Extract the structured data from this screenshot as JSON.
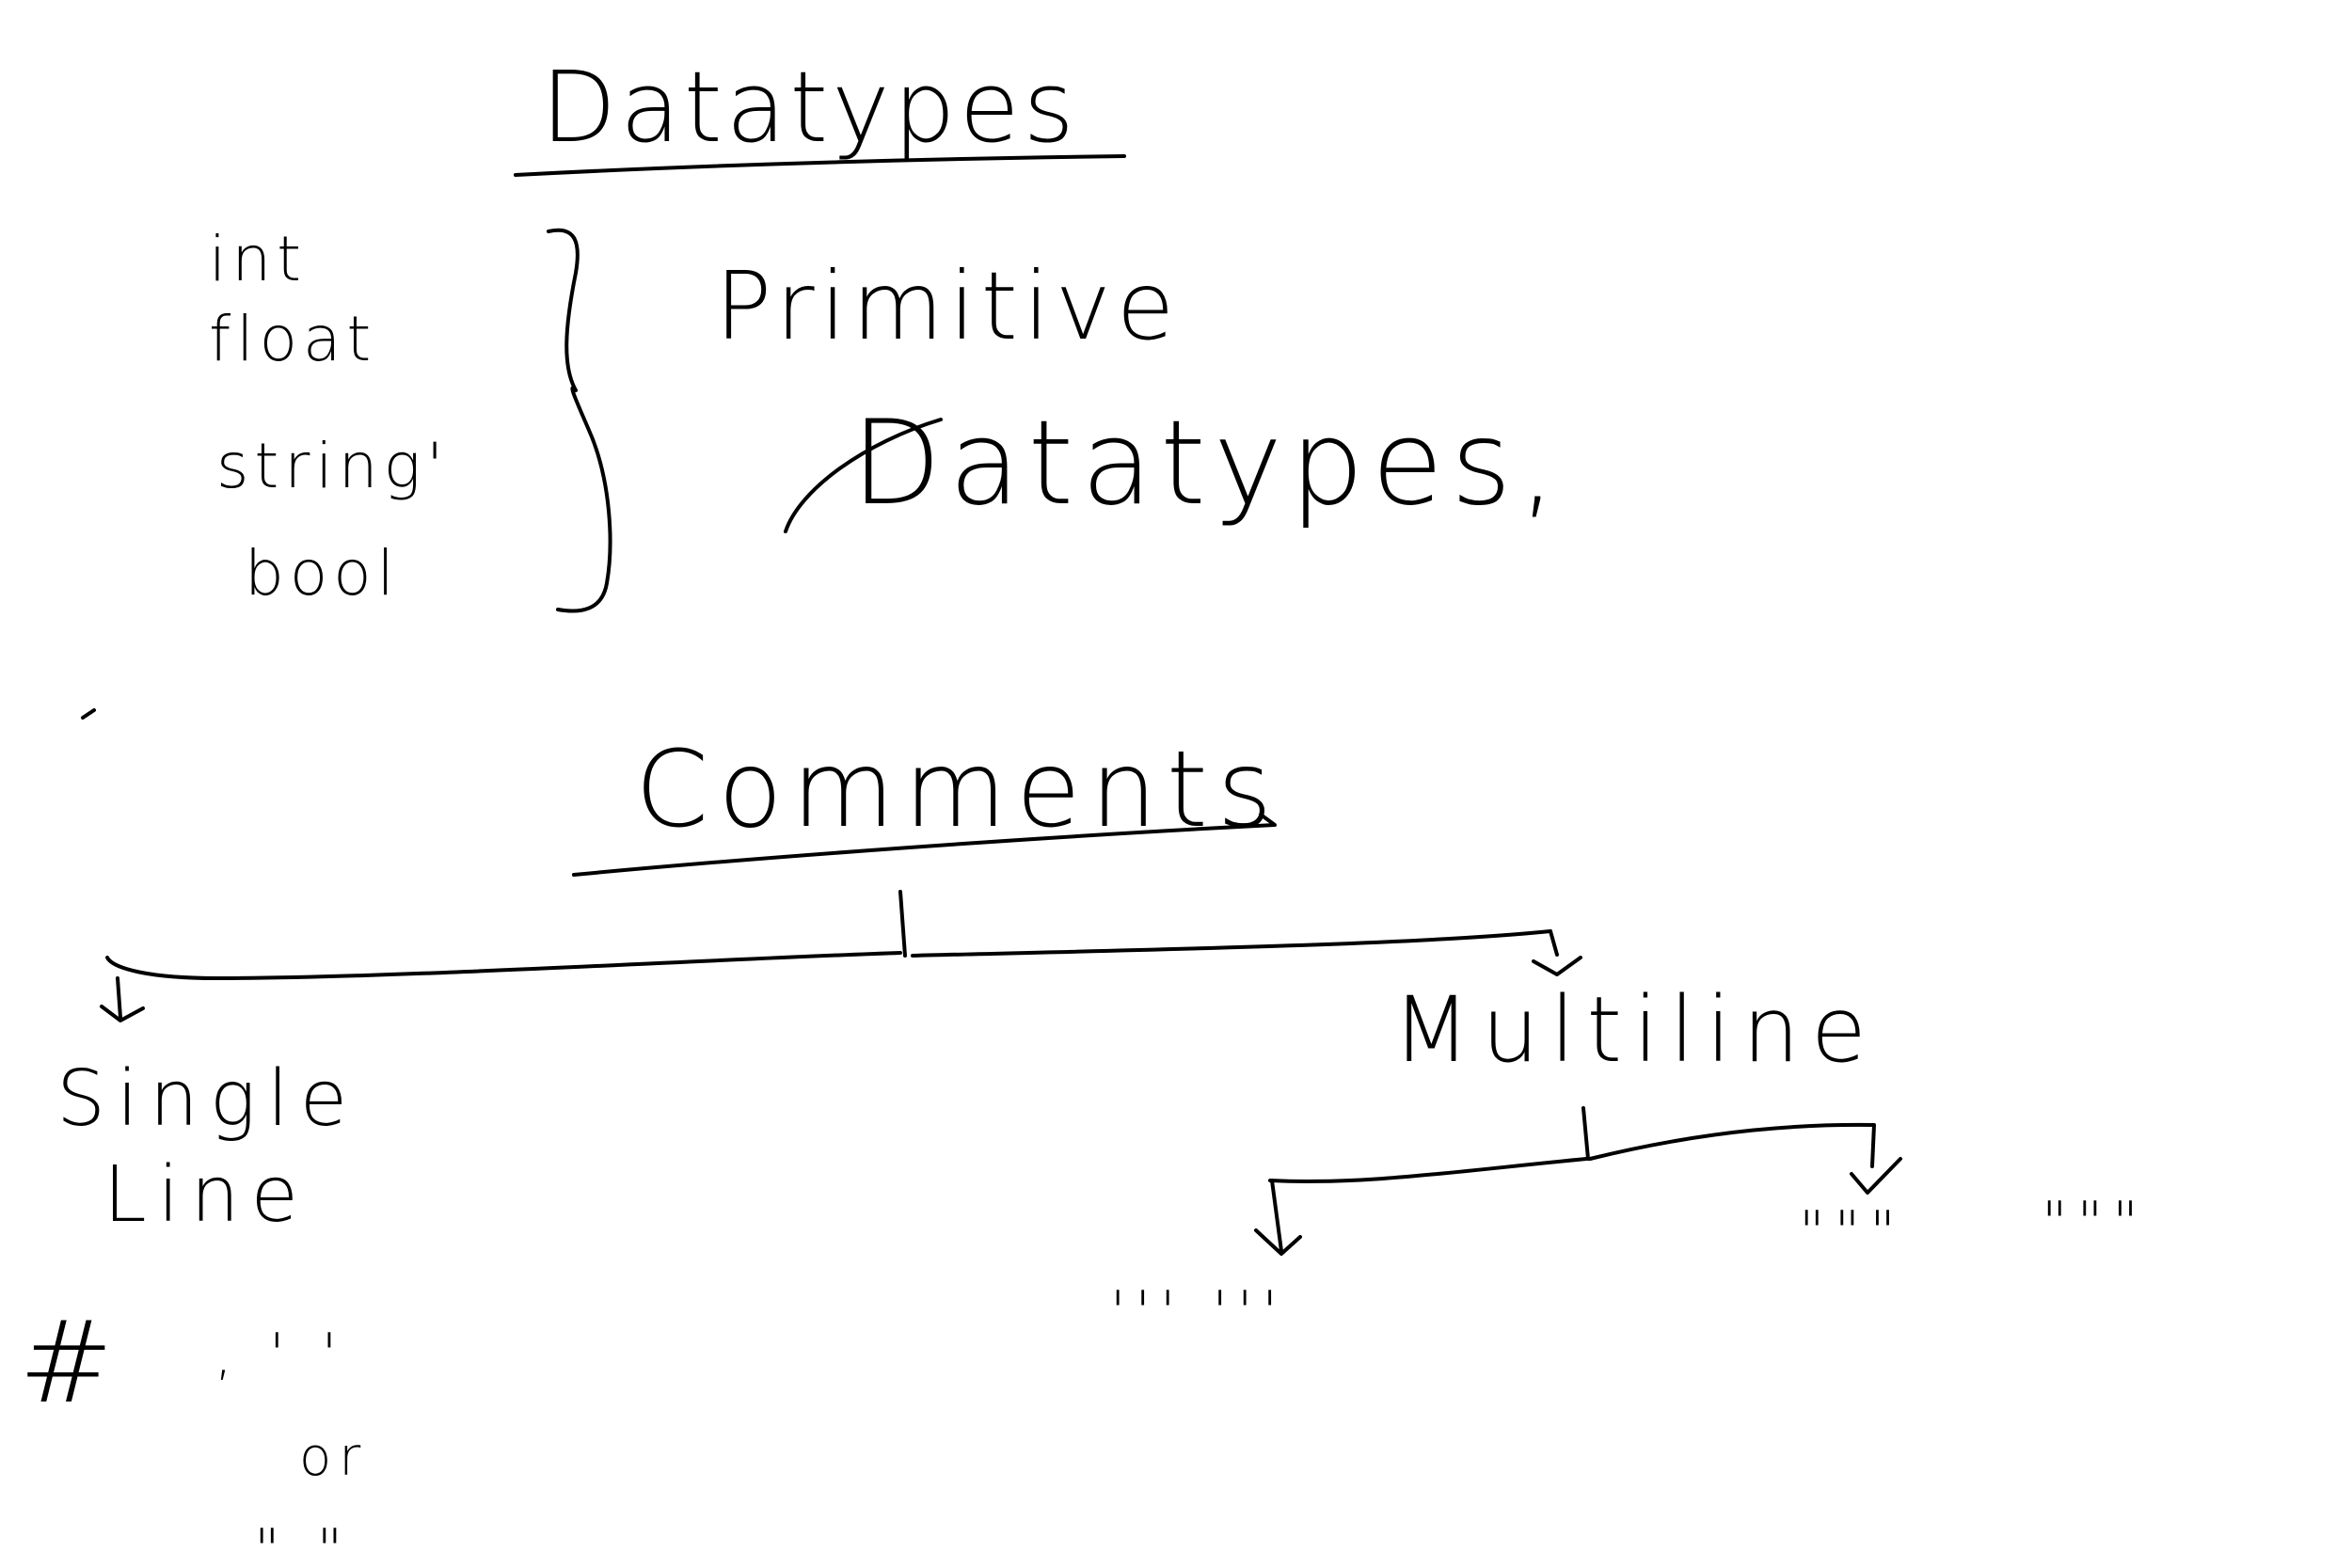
{
  "heading_datatypes": "Datatypes",
  "primitive_list": [
    "int",
    "float",
    "string'",
    "bool"
  ],
  "primitive_label_line1": "Primitive",
  "primitive_label_line2": "Datatypes,",
  "heading_comments": "Comments",
  "branch_single_line1": "Single",
  "branch_single_line2": "Line",
  "branch_multiline": "Multiline",
  "single_line_symbols": {
    "hash": "#",
    "single_quotes": ", '  '",
    "or": "or",
    "double_quotes": "\"   \""
  },
  "multiline_symbols": {
    "triple_single": "'''     '''",
    "triple_double_a": "\"\"\"",
    "triple_double_b": "\"\"\""
  },
  "ink_color": "#000000",
  "background_color": "#ffffff"
}
